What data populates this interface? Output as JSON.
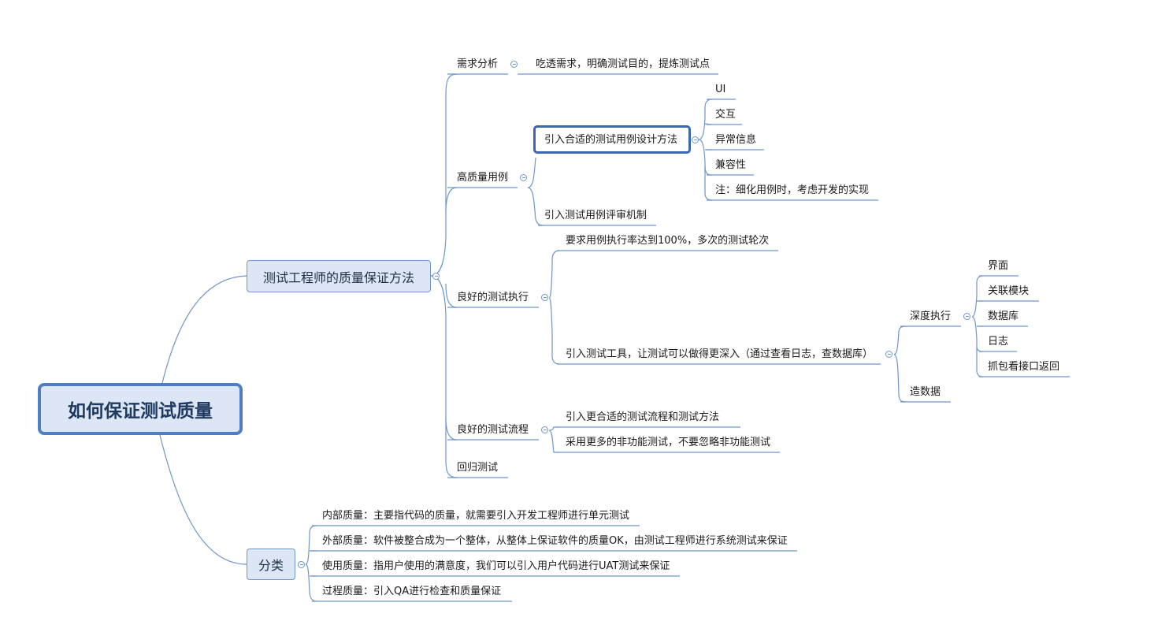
{
  "root": {
    "label": "如何保证测试质量"
  },
  "branches": {
    "methods": {
      "label": "测试工程师的质量保证方法",
      "requirement": {
        "label": "需求分析",
        "detail": "吃透需求，明确测试目的，提炼测试点"
      },
      "quality_cases": {
        "label": "高质量用例",
        "design_method": {
          "label": "引入合适的测试用例设计方法",
          "items": [
            "UI",
            "交互",
            "异常信息",
            "兼容性",
            "注：细化用例时，考虑开发的实现"
          ]
        },
        "review": {
          "label": "引入测试用例评审机制"
        }
      },
      "execution": {
        "label": "良好的测试执行",
        "rate": "要求用例执行率达到100%，多次的测试轮次",
        "tools": {
          "label": "引入测试工具，让测试可以做得更深入（通过查看日志，查数据库）",
          "depth": {
            "label": "深度执行",
            "items": [
              "界面",
              "关联模块",
              "数据库",
              "日志",
              "抓包看接口返回"
            ]
          },
          "data": {
            "label": "造数据"
          }
        }
      },
      "process": {
        "label": "良好的测试流程",
        "items": [
          "引入更合适的测试流程和测试方法",
          "采用更多的非功能测试，不要忽略非功能测试"
        ]
      },
      "regression": {
        "label": "回归测试"
      }
    },
    "categories": {
      "label": "分类",
      "items": [
        "内部质量：主要指代码的质量，就需要引入开发工程师进行单元测试",
        "外部质量：软件被整合成为一个整体，从整体上保证软件的质量OK，由测试工程师进行系统测试来保证",
        "使用质量：指用户使用的满意度，我们可以引入用户代码进行UAT测试来保证",
        "过程质量：引入QA进行检查和质量保证"
      ]
    }
  },
  "colors": {
    "line": "#6f97cc",
    "node_fill": "#dce6f4",
    "root_border": "#4f7ec2",
    "focus_border": "#3d66b0"
  }
}
